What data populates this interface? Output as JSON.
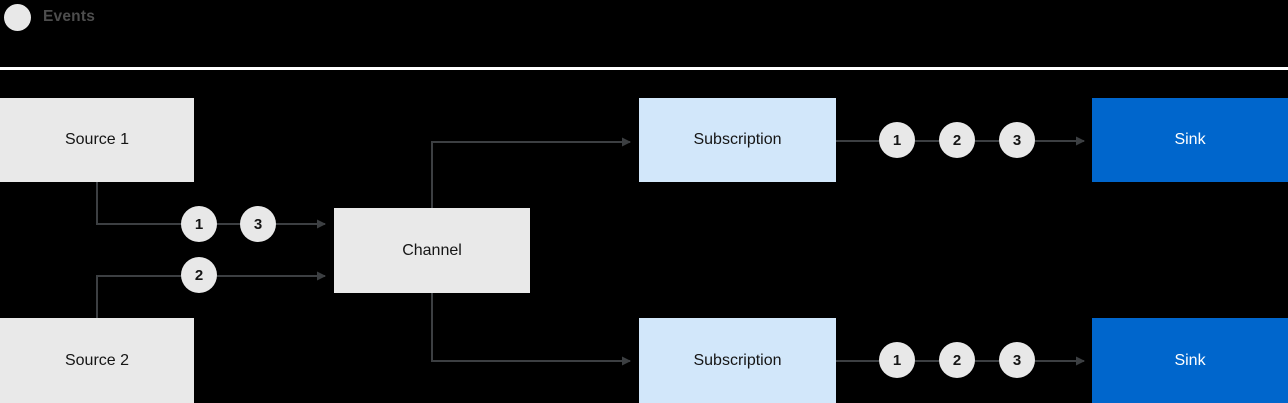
{
  "legend": {
    "icon": "event-circle-icon",
    "label": "Events"
  },
  "diagram": {
    "nodes": {
      "source1": {
        "label": "Source 1"
      },
      "source2": {
        "label": "Source 2"
      },
      "channel": {
        "label": "Channel"
      },
      "subscription_top": {
        "label": "Subscription"
      },
      "subscription_bottom": {
        "label": "Subscription"
      },
      "sink_top": {
        "label": "Sink"
      },
      "sink_bottom": {
        "label": "Sink"
      }
    },
    "events": {
      "source1_out": [
        "1",
        "3"
      ],
      "source2_out": [
        "2"
      ],
      "sink_top_in": [
        "1",
        "2",
        "3"
      ],
      "sink_bottom_in": [
        "1",
        "2",
        "3"
      ]
    },
    "colors": {
      "source_box": "#e9e9e9",
      "channel_box": "#e9e9e9",
      "subscription_box": "#d2e7fa",
      "sink_box": "#0066cc",
      "event_circle": "#e8e8e8",
      "connector": "#3c3f42",
      "background": "#000000",
      "rule": "#ffffff"
    }
  }
}
